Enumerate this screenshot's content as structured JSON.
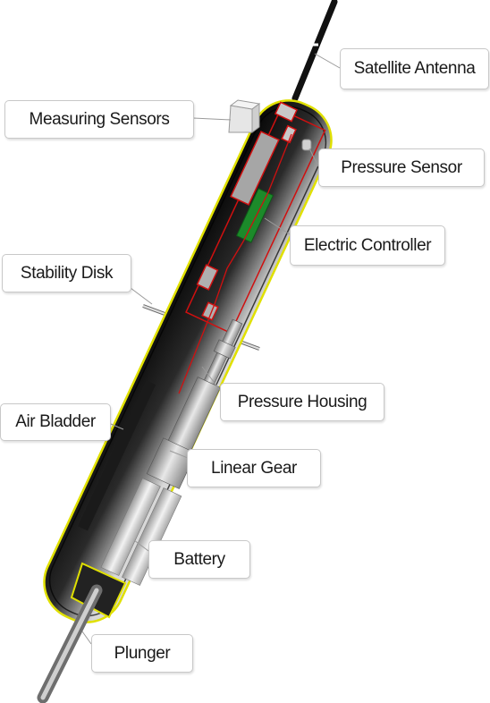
{
  "labels": {
    "satellite_antenna": "Satellite Antenna",
    "measuring_sensors": "Measuring Sensors",
    "pressure_sensor": "Pressure Sensor",
    "electric_controller": "Electric Controller",
    "stability_disk": "Stability Disk",
    "pressure_housing": "Pressure Housing",
    "air_bladder": "Air Bladder",
    "linear_gear": "Linear Gear",
    "battery": "Battery",
    "plunger": "Plunger"
  },
  "colors": {
    "housing_outline": "#e0e000",
    "interior": "#111111",
    "wiring": "#d01010",
    "controller": "#1c8a2a",
    "metal": "#b8b8b8",
    "leader": "#9a9a9a"
  }
}
